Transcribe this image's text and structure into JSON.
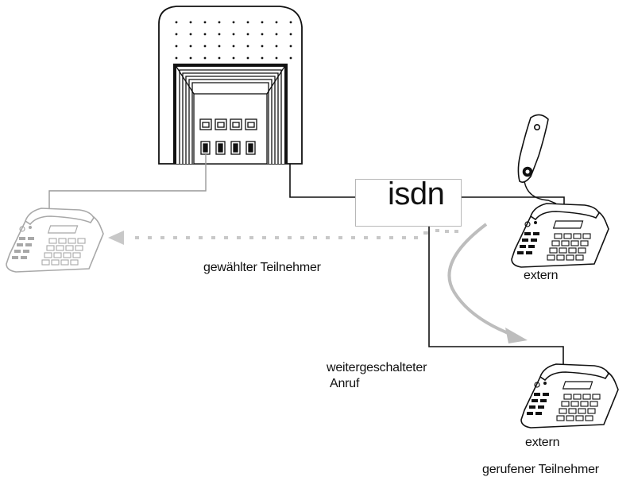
{
  "network": {
    "label": "isdn"
  },
  "labels": {
    "dialed": "gewählter Teilnehmer",
    "extern_top": "extern",
    "forwarded_line1": "weitergeschalteter",
    "forwarded_line2": "Anruf",
    "extern_bottom": "extern",
    "called": "gerufener Teilnehmer"
  },
  "colors": {
    "line": "#111111",
    "muted_line": "#999999",
    "dotted": "#c8c8c8",
    "arrow": "#bdbdbd",
    "faded_phone": "#a8a8a8"
  },
  "icons": [
    "pbx-device-icon",
    "phone-icon",
    "handset-icon",
    "arrow-icon"
  ]
}
